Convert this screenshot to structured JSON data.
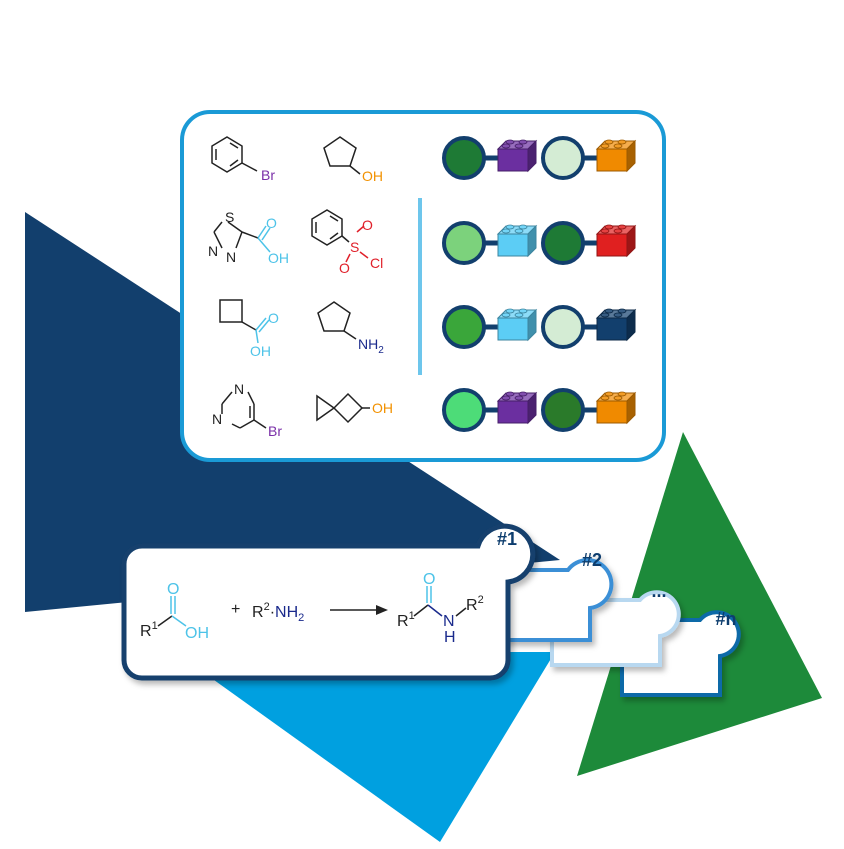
{
  "colors": {
    "navy": "#123f6d",
    "sky": "#00a0e0",
    "green": "#1d8a3a",
    "panel_border": "#1a9ad6",
    "carboxyl": "#4dc3e8",
    "amine": "#1a2a8c",
    "bromine": "#7a2fa8",
    "hydroxyl": "#f29100",
    "sulfonyl": "#e0202a"
  },
  "building_blocks": [
    {
      "label": "Br",
      "color": "bromine"
    },
    {
      "label": "OH",
      "color": "hydroxyl"
    },
    {
      "ring_label": "S",
      "ring_label_2": "N",
      "ring_label_3": "N",
      "o_label": "O",
      "oh_label": "OH",
      "color": "carboxyl"
    },
    {
      "s_label": "S",
      "o_label": "O",
      "o2_label": "O",
      "cl_label": "Cl",
      "color": "sulfonyl"
    },
    {
      "o_label": "O",
      "oh_label": "OH",
      "color": "carboxyl"
    },
    {
      "label": "NH",
      "sub": "2",
      "color": "amine"
    },
    {
      "ring_label": "N",
      "ring_label_2": "N",
      "label": "Br",
      "color": "bromine"
    },
    {
      "label": "OH",
      "color": "hydroxyl"
    }
  ],
  "pairs": [
    {
      "c1": "#1e7a35",
      "b1": "#6b2fa0",
      "c2": "#d4ecd4",
      "b2": "#f08a00"
    },
    {
      "c1": "#7cd27c",
      "b1": "#5ccdf5",
      "c2": "#1e7a35",
      "b2": "#e02020"
    },
    {
      "c1": "#3aa63a",
      "b1": "#5ccdf5",
      "c2": "#d4ecd4",
      "b2": "#123f6d"
    },
    {
      "c1": "#4ddc78",
      "b1": "#6b2fa0",
      "c2": "#2a7a2a",
      "b2": "#f08a00"
    }
  ],
  "reaction": {
    "r1": "R",
    "r1_sup": "1",
    "o": "O",
    "oh": "OH",
    "plus": "+",
    "r2": "R",
    "r2_sup": "2",
    "nh2": "NH",
    "nh2_sub": "2",
    "p_r1": "R",
    "p_r1_sup": "1",
    "p_o": "O",
    "p_n": "N",
    "p_h": "H",
    "p_r2": "R",
    "p_r2_sup": "2"
  },
  "cards": [
    {
      "label": "#1"
    },
    {
      "label": "#2"
    },
    {
      "label": "..."
    },
    {
      "label": "#n"
    }
  ]
}
